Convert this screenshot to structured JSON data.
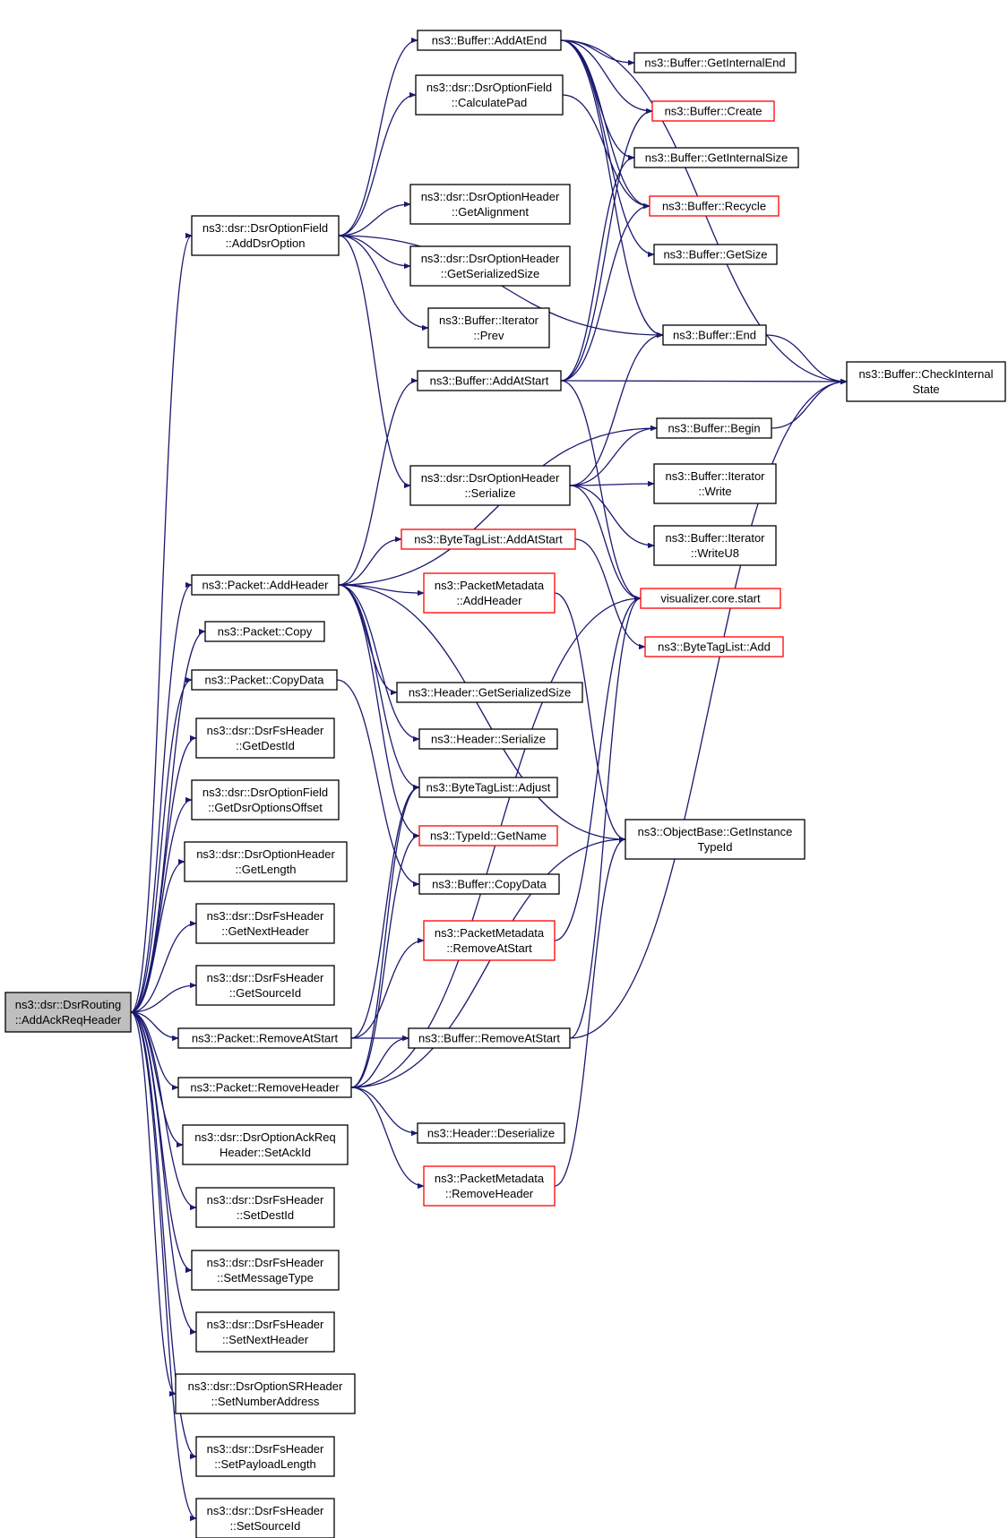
{
  "colors": {
    "edge": "#191970",
    "border_normal": "#000000",
    "border_truncated": "#ff0000",
    "root_fill": "#bfbfbf"
  },
  "nodes": {
    "root": {
      "lines": [
        "ns3::dsr::DsrRouting",
        "::AddAckReqHeader"
      ],
      "kind": "root"
    },
    "addDsrOption": {
      "lines": [
        "ns3::dsr::DsrOptionField",
        "::AddDsrOption"
      ],
      "kind": "normal"
    },
    "addHeader": {
      "lines": [
        "ns3::Packet::AddHeader"
      ],
      "kind": "normal"
    },
    "copy": {
      "lines": [
        "ns3::Packet::Copy"
      ],
      "kind": "normal"
    },
    "copyData": {
      "lines": [
        "ns3::Packet::CopyData"
      ],
      "kind": "normal"
    },
    "fsGetDestId": {
      "lines": [
        "ns3::dsr::DsrFsHeader",
        "::GetDestId"
      ],
      "kind": "normal"
    },
    "getDsrOptionsOffset": {
      "lines": [
        "ns3::dsr::DsrOptionField",
        "::GetDsrOptionsOffset"
      ],
      "kind": "normal"
    },
    "optGetLength": {
      "lines": [
        "ns3::dsr::DsrOptionHeader",
        "::GetLength"
      ],
      "kind": "normal"
    },
    "fsGetNextHeader": {
      "lines": [
        "ns3::dsr::DsrFsHeader",
        "::GetNextHeader"
      ],
      "kind": "normal"
    },
    "fsGetSourceId": {
      "lines": [
        "ns3::dsr::DsrFsHeader",
        "::GetSourceId"
      ],
      "kind": "normal"
    },
    "pktRemoveAtStart": {
      "lines": [
        "ns3::Packet::RemoveAtStart"
      ],
      "kind": "normal"
    },
    "pktRemoveHeader": {
      "lines": [
        "ns3::Packet::RemoveHeader"
      ],
      "kind": "normal"
    },
    "setAckId": {
      "lines": [
        "ns3::dsr::DsrOptionAckReq",
        "Header::SetAckId"
      ],
      "kind": "normal"
    },
    "fsSetDestId": {
      "lines": [
        "ns3::dsr::DsrFsHeader",
        "::SetDestId"
      ],
      "kind": "normal"
    },
    "fsSetMessageType": {
      "lines": [
        "ns3::dsr::DsrFsHeader",
        "::SetMessageType"
      ],
      "kind": "normal"
    },
    "fsSetNextHeader": {
      "lines": [
        "ns3::dsr::DsrFsHeader",
        "::SetNextHeader"
      ],
      "kind": "normal"
    },
    "srSetNumberAddress": {
      "lines": [
        "ns3::dsr::DsrOptionSRHeader",
        "::SetNumberAddress"
      ],
      "kind": "normal"
    },
    "fsSetPayloadLength": {
      "lines": [
        "ns3::dsr::DsrFsHeader",
        "::SetPayloadLength"
      ],
      "kind": "normal"
    },
    "fsSetSourceId": {
      "lines": [
        "ns3::dsr::DsrFsHeader",
        "::SetSourceId"
      ],
      "kind": "normal"
    },
    "bufAddAtEnd": {
      "lines": [
        "ns3::Buffer::AddAtEnd"
      ],
      "kind": "normal"
    },
    "calculatePad": {
      "lines": [
        "ns3::dsr::DsrOptionField",
        "::CalculatePad"
      ],
      "kind": "normal"
    },
    "getAlignment": {
      "lines": [
        "ns3::dsr::DsrOptionHeader",
        "::GetAlignment"
      ],
      "kind": "normal"
    },
    "optGetSerializedSize": {
      "lines": [
        "ns3::dsr::DsrOptionHeader",
        "::GetSerializedSize"
      ],
      "kind": "normal"
    },
    "iterPrev": {
      "lines": [
        "ns3::Buffer::Iterator",
        "::Prev"
      ],
      "kind": "normal"
    },
    "bufAddAtStart": {
      "lines": [
        "ns3::Buffer::AddAtStart"
      ],
      "kind": "normal"
    },
    "optSerialize": {
      "lines": [
        "ns3::dsr::DsrOptionHeader",
        "::Serialize"
      ],
      "kind": "normal"
    },
    "btlAddAtStart": {
      "lines": [
        "ns3::ByteTagList::AddAtStart"
      ],
      "kind": "red"
    },
    "pmAddHeader": {
      "lines": [
        "ns3::PacketMetadata",
        "::AddHeader"
      ],
      "kind": "red"
    },
    "hdrGetSerializedSize": {
      "lines": [
        "ns3::Header::GetSerializedSize"
      ],
      "kind": "normal"
    },
    "hdrSerialize": {
      "lines": [
        "ns3::Header::Serialize"
      ],
      "kind": "normal"
    },
    "btlAdjust": {
      "lines": [
        "ns3::ByteTagList::Adjust"
      ],
      "kind": "normal"
    },
    "typeIdGetName": {
      "lines": [
        "ns3::TypeId::GetName"
      ],
      "kind": "red"
    },
    "bufCopyData": {
      "lines": [
        "ns3::Buffer::CopyData"
      ],
      "kind": "normal"
    },
    "pmRemoveAtStart": {
      "lines": [
        "ns3::PacketMetadata",
        "::RemoveAtStart"
      ],
      "kind": "red"
    },
    "bufRemoveAtStart": {
      "lines": [
        "ns3::Buffer::RemoveAtStart"
      ],
      "kind": "normal"
    },
    "hdrDeserialize": {
      "lines": [
        "ns3::Header::Deserialize"
      ],
      "kind": "normal"
    },
    "pmRemoveHeader": {
      "lines": [
        "ns3::PacketMetadata",
        "::RemoveHeader"
      ],
      "kind": "red"
    },
    "bufGetInternalEnd": {
      "lines": [
        "ns3::Buffer::GetInternalEnd"
      ],
      "kind": "normal"
    },
    "bufCreate": {
      "lines": [
        "ns3::Buffer::Create"
      ],
      "kind": "red"
    },
    "bufGetInternalSize": {
      "lines": [
        "ns3::Buffer::GetInternalSize"
      ],
      "kind": "normal"
    },
    "bufRecycle": {
      "lines": [
        "ns3::Buffer::Recycle"
      ],
      "kind": "red"
    },
    "bufGetSize": {
      "lines": [
        "ns3::Buffer::GetSize"
      ],
      "kind": "normal"
    },
    "bufEnd": {
      "lines": [
        "ns3::Buffer::End"
      ],
      "kind": "normal"
    },
    "bufBegin": {
      "lines": [
        "ns3::Buffer::Begin"
      ],
      "kind": "normal"
    },
    "iterWrite": {
      "lines": [
        "ns3::Buffer::Iterator",
        "::Write"
      ],
      "kind": "normal"
    },
    "iterWriteU8": {
      "lines": [
        "ns3::Buffer::Iterator",
        "::WriteU8"
      ],
      "kind": "normal"
    },
    "vizStart": {
      "lines": [
        "visualizer.core.start"
      ],
      "kind": "red"
    },
    "btlAdd": {
      "lines": [
        "ns3::ByteTagList::Add"
      ],
      "kind": "red"
    },
    "getInstanceTypeId": {
      "lines": [
        "ns3::ObjectBase::GetInstance",
        "TypeId"
      ],
      "kind": "normal"
    },
    "checkInternalState": {
      "lines": [
        "ns3::Buffer::CheckInternal",
        "State"
      ],
      "kind": "normal"
    }
  },
  "edges": [
    [
      "root",
      "addDsrOption"
    ],
    [
      "root",
      "addHeader"
    ],
    [
      "root",
      "copy"
    ],
    [
      "root",
      "copyData"
    ],
    [
      "root",
      "fsGetDestId"
    ],
    [
      "root",
      "getDsrOptionsOffset"
    ],
    [
      "root",
      "optGetLength"
    ],
    [
      "root",
      "fsGetNextHeader"
    ],
    [
      "root",
      "fsGetSourceId"
    ],
    [
      "root",
      "pktRemoveAtStart"
    ],
    [
      "root",
      "pktRemoveHeader"
    ],
    [
      "root",
      "setAckId"
    ],
    [
      "root",
      "fsSetDestId"
    ],
    [
      "root",
      "fsSetMessageType"
    ],
    [
      "root",
      "fsSetNextHeader"
    ],
    [
      "root",
      "srSetNumberAddress"
    ],
    [
      "root",
      "fsSetPayloadLength"
    ],
    [
      "root",
      "fsSetSourceId"
    ],
    [
      "addDsrOption",
      "bufAddAtEnd"
    ],
    [
      "addDsrOption",
      "calculatePad"
    ],
    [
      "addDsrOption",
      "getAlignment"
    ],
    [
      "addDsrOption",
      "optGetSerializedSize"
    ],
    [
      "addDsrOption",
      "iterPrev"
    ],
    [
      "addDsrOption",
      "optSerialize"
    ],
    [
      "addDsrOption",
      "bufEnd"
    ],
    [
      "addHeader",
      "bufAddAtStart"
    ],
    [
      "addHeader",
      "btlAddAtStart"
    ],
    [
      "addHeader",
      "pmAddHeader"
    ],
    [
      "addHeader",
      "hdrGetSerializedSize"
    ],
    [
      "addHeader",
      "hdrSerialize"
    ],
    [
      "addHeader",
      "btlAdjust"
    ],
    [
      "addHeader",
      "typeIdGetName"
    ],
    [
      "addHeader",
      "bufBegin"
    ],
    [
      "addHeader",
      "getInstanceTypeId"
    ],
    [
      "copyData",
      "bufCopyData"
    ],
    [
      "pktRemoveAtStart",
      "pmRemoveAtStart"
    ],
    [
      "pktRemoveAtStart",
      "bufRemoveAtStart"
    ],
    [
      "pktRemoveAtStart",
      "btlAdjust"
    ],
    [
      "pktRemoveHeader",
      "hdrDeserialize"
    ],
    [
      "pktRemoveHeader",
      "pmRemoveHeader"
    ],
    [
      "pktRemoveHeader",
      "bufRemoveAtStart"
    ],
    [
      "pktRemoveHeader",
      "btlAdjust"
    ],
    [
      "pktRemoveHeader",
      "typeIdGetName"
    ],
    [
      "pktRemoveHeader",
      "getInstanceTypeId"
    ],
    [
      "pktRemoveHeader",
      "vizStart"
    ],
    [
      "bufAddAtEnd",
      "bufGetInternalEnd"
    ],
    [
      "bufAddAtEnd",
      "bufCreate"
    ],
    [
      "bufAddAtEnd",
      "bufGetInternalSize"
    ],
    [
      "bufAddAtEnd",
      "bufRecycle"
    ],
    [
      "bufAddAtEnd",
      "bufGetSize"
    ],
    [
      "bufAddAtEnd",
      "bufEnd"
    ],
    [
      "bufAddAtEnd",
      "checkInternalState"
    ],
    [
      "calculatePad",
      "bufRecycle"
    ],
    [
      "bufAddAtStart",
      "bufCreate"
    ],
    [
      "bufAddAtStart",
      "bufGetInternalSize"
    ],
    [
      "bufAddAtStart",
      "bufRecycle"
    ],
    [
      "bufAddAtStart",
      "checkInternalState"
    ],
    [
      "bufAddAtStart",
      "vizStart"
    ],
    [
      "optSerialize",
      "bufEnd"
    ],
    [
      "optSerialize",
      "bufBegin"
    ],
    [
      "optSerialize",
      "iterWrite"
    ],
    [
      "optSerialize",
      "iterWriteU8"
    ],
    [
      "optSerialize",
      "vizStart"
    ],
    [
      "btlAddAtStart",
      "btlAdd"
    ],
    [
      "pmAddHeader",
      "getInstanceTypeId"
    ],
    [
      "pmRemoveAtStart",
      "vizStart"
    ],
    [
      "bufRemoveAtStart",
      "checkInternalState"
    ],
    [
      "bufRemoveAtStart",
      "vizStart"
    ],
    [
      "pmRemoveHeader",
      "getInstanceTypeId"
    ],
    [
      "bufEnd",
      "checkInternalState"
    ],
    [
      "bufBegin",
      "checkInternalState"
    ]
  ]
}
